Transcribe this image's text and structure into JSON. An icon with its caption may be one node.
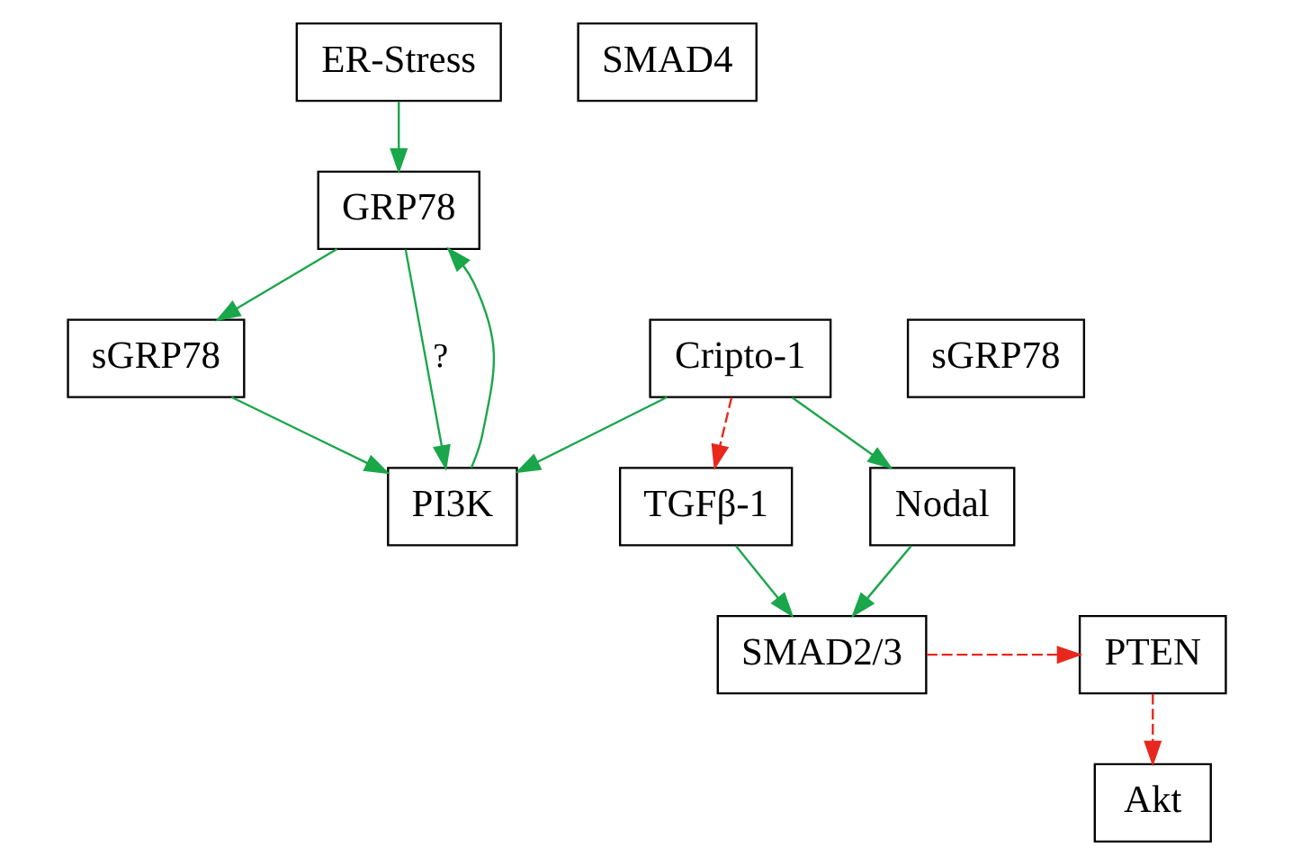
{
  "diagram": {
    "nodes": [
      {
        "text": [
          "ER-Stress"
        ]
      },
      {
        "text": [
          "GRP78"
        ]
      },
      {
        "text": [
          "sGRP78"
        ]
      },
      {
        "text": [
          "sGRP78"
        ]
      },
      {
        "text": [
          "Cripto-1"
        ]
      },
      {
        "text": [
          "PI3K"
        ]
      },
      {
        "text": [
          "Akt"
        ]
      },
      {
        "text": [
          "TGFβ-1"
        ]
      },
      {
        "text": [
          "Nodal"
        ]
      },
      {
        "text": [
          "SMAD2/3"
        ]
      },
      {
        "text": [
          "PTEN"
        ]
      },
      {
        "text": [
          "SMAD4"
        ]
      }
    ],
    "edges": [
      {
        "from": 0,
        "to": 1,
        "arrow": "to"
      },
      {
        "from": 1,
        "to": 2,
        "arrow": "to"
      },
      {
        "from": 2,
        "to": 5,
        "arrow": "to"
      },
      {
        "from": 1,
        "to": 5,
        "arrow": "to",
        "label": "?"
      },
      {
        "from": 5,
        "to": 1,
        "arrow": "to"
      },
      {
        "from": 4,
        "to": 5,
        "arrow": "to"
      },
      {
        "from": 4,
        "to": 7,
        "arrow": "to",
        "style": "dashed",
        "color": "#e8281e"
      },
      {
        "from": 4,
        "to": 8,
        "arrow": "to"
      },
      {
        "from": 7,
        "to": 9,
        "arrow": "to"
      },
      {
        "from": 8,
        "to": 9,
        "arrow": "to"
      },
      {
        "from": 9,
        "to": 10,
        "arrow": "to",
        "style": "dashed",
        "color": "#e8281e"
      },
      {
        "from": 10,
        "to": 6,
        "arrow": "to",
        "style": "dashed",
        "color": "#e8281e"
      }
    ]
  }
}
